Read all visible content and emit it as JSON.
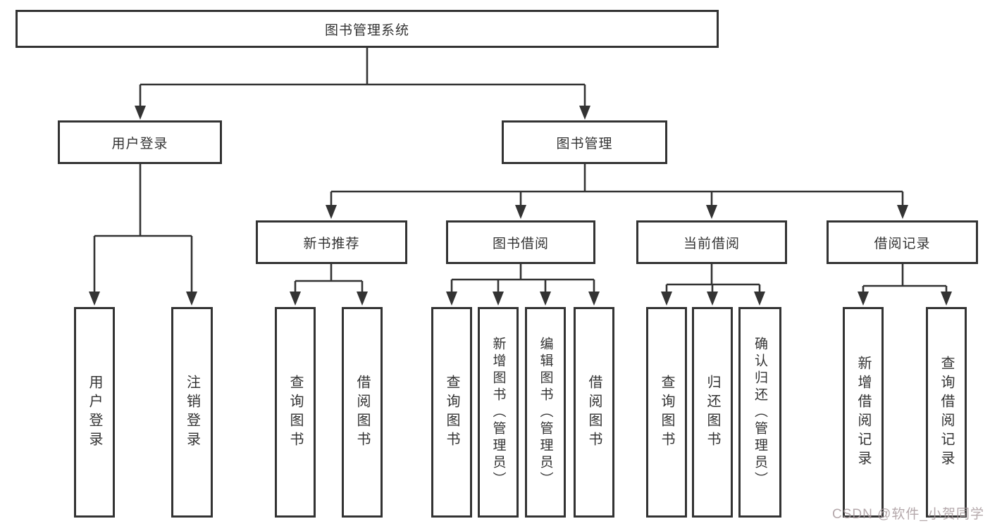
{
  "tree": {
    "root": "图书管理系统",
    "user_login": {
      "label": "用户登录",
      "children": [
        {
          "label": "用户登录"
        },
        {
          "label": "注销登录"
        }
      ]
    },
    "book_mgmt": {
      "label": "图书管理",
      "children": [
        {
          "label": "新书推荐",
          "children": [
            {
              "label": "查询图书"
            },
            {
              "label": "借阅图书"
            }
          ]
        },
        {
          "label": "图书借阅",
          "children": [
            {
              "label": "查询图书"
            },
            {
              "label": "新增图书（管理员）"
            },
            {
              "label": "编辑图书（管理员）"
            },
            {
              "label": "借阅图书"
            }
          ]
        },
        {
          "label": "当前借阅",
          "children": [
            {
              "label": "查询图书"
            },
            {
              "label": "归还图书"
            },
            {
              "label": "确认归还（管理员）"
            }
          ]
        },
        {
          "label": "借阅记录",
          "children": [
            {
              "label": "新增借阅记录"
            },
            {
              "label": "查询借阅记录"
            }
          ]
        }
      ]
    }
  },
  "watermark": {
    "text": "CSDN @软件_小贺同学",
    "color": "#a89a9d"
  },
  "colors": {
    "line": "#333333",
    "box_border": "#333333",
    "text": "#333333",
    "background": "#ffffff"
  }
}
